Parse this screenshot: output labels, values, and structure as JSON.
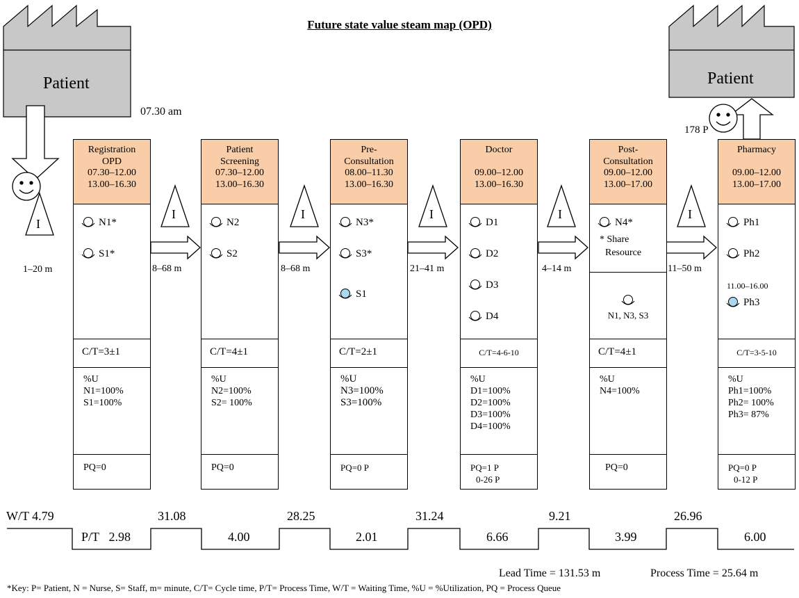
{
  "title": "Future state value steam map (OPD)",
  "supplier": {
    "label": "Patient",
    "start_time": "07.30 am"
  },
  "customer": {
    "label": "Patient",
    "count": "178 P"
  },
  "first_wait": "1–20 m",
  "processes": [
    {
      "header": [
        "Registration",
        "OPD",
        "07.30–12.00",
        "13.00–16.30"
      ],
      "resources": [
        "N1*",
        "S1*"
      ],
      "ct": "C/T=3±1",
      "util": [
        "%U",
        "N1=100%",
        "S1=100%"
      ],
      "pq": [
        "PQ=0"
      ],
      "pt": "2.98"
    },
    {
      "header": [
        "Patient",
        "Screening",
        "07.30–12.00",
        "13.00–16.30"
      ],
      "resources": [
        "N2",
        "S2"
      ],
      "ct": "C/T=4±1",
      "util": [
        "%U",
        "N2=100%",
        "S2= 100%"
      ],
      "pq": [
        "PQ=0"
      ],
      "pt": "4.00"
    },
    {
      "header": [
        "Pre-",
        "Consultation",
        "08.00–11.30",
        "13.00–16.30"
      ],
      "resources": [
        "N3*",
        "S3*",
        "S1"
      ],
      "ct": "C/T=2±1",
      "util": [
        "%U",
        "N3=100%",
        "S3=100%"
      ],
      "pq": [
        "PQ=0 P"
      ],
      "pt": "2.01"
    },
    {
      "header": [
        "Doctor",
        "",
        "09.00–12.00",
        "13.00–16.30"
      ],
      "resources": [
        "D1",
        "D2",
        "D3",
        "D4"
      ],
      "ct": "C/T=4-6-10",
      "util": [
        "%U",
        "D1=100%",
        "D2=100%",
        "D3=100%",
        "D4=100%"
      ],
      "pq": [
        "PQ=1 P",
        "0-26 P"
      ],
      "pt": "6.66"
    },
    {
      "header": [
        "Post-",
        "Consultation",
        "09.00–12.00",
        "13.00–17.00"
      ],
      "resources": [
        "N4*"
      ],
      "share_note": [
        "* Share",
        "Resource"
      ],
      "shared": "N1, N3, S3",
      "ct": "C/T=4±1",
      "util": [
        "%U",
        "N4=100%"
      ],
      "pq": [
        "PQ=0"
      ],
      "pt": "3.99"
    },
    {
      "header": [
        "Pharmacy",
        "",
        "09.00–12.00",
        "13.00–17.00"
      ],
      "resources": [
        "Ph1",
        "Ph2",
        "Ph3"
      ],
      "ph3_time": "11.00–16.00",
      "ct": "C/T=3-5-10",
      "util": [
        "%U",
        "Ph1=100%",
        "Ph2= 100%",
        "Ph3= 87%"
      ],
      "pq": [
        "PQ=0 P",
        "0-12 P"
      ],
      "pt": "6.00"
    }
  ],
  "inventory_symbol": "I",
  "push_waits": [
    "8–68 m",
    "8–68 m",
    "21–41 m",
    "4–14 m",
    "11–50 m"
  ],
  "timeline": {
    "wt_label": "W/T",
    "waits": [
      "4.79",
      "31.08",
      "28.25",
      "31.24",
      "9.21",
      "26.96"
    ],
    "pt_label": "P/T"
  },
  "summary": {
    "lead_time": "Lead Time = 131.53 m",
    "process_time": "Process Time = 25.64 m"
  },
  "key": "*Key:  P= Patient, N = Nurse, S= Staff, m= minute, C/T= Cycle time, P/T= Process Time, W/T = Waiting Time, %U = %Utilization, PQ = Process Queue",
  "colors": {
    "header_fill": "#f9cda7",
    "shared_operator_fill": "#a9d8f0"
  }
}
